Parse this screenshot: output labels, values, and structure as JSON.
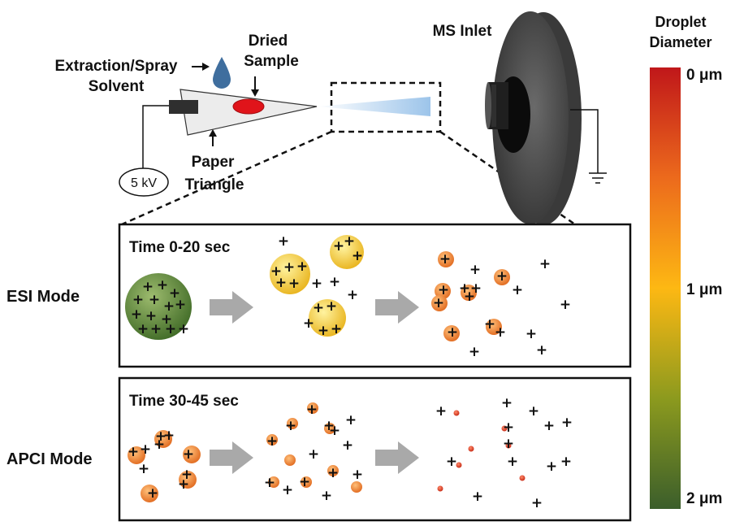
{
  "labels": {
    "solvent_line1": "Extraction/Spray",
    "solvent_line2": "Solvent",
    "dried_line1": "Dried",
    "dried_line2": "Sample",
    "paper_line1": "Paper",
    "paper_line2": "Triangle",
    "voltage": "5 kV",
    "ms_inlet": "MS Inlet",
    "colorbar_title_line1": "Droplet",
    "colorbar_title_line2": "Diameter"
  },
  "colorbar": {
    "ticks": [
      "0 μm",
      "1 μm",
      "2 μm"
    ],
    "colors": [
      "#c0171a",
      "#fdb813",
      "#3b5e2b"
    ]
  },
  "panels": {
    "esi": {
      "mode_label": "ESI Mode",
      "time_label": "Time 0-20 sec"
    },
    "apci": {
      "mode_label": "APCI Mode",
      "time_label": "Time 30-45 sec"
    }
  },
  "plus_symbol": "+"
}
